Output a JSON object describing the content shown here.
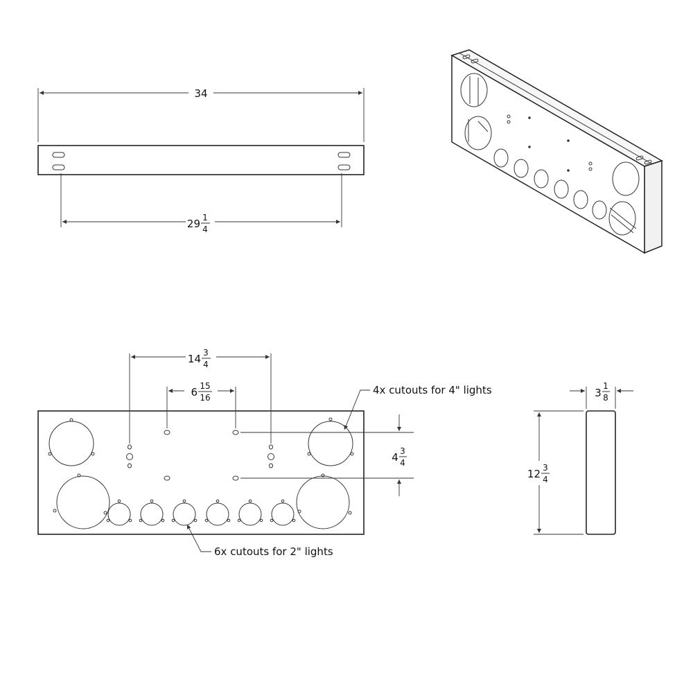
{
  "dimensions": {
    "overall_length": "34",
    "mount_spacing": {
      "whole": "29",
      "num": "1",
      "den": "4"
    },
    "outer_holes": {
      "whole": "14",
      "num": "3",
      "den": "4"
    },
    "inner_holes": {
      "whole": "6",
      "num": "15",
      "den": "16"
    },
    "vertical_spacing": {
      "whole": "4",
      "num": "3",
      "den": "4"
    },
    "height": {
      "whole": "12",
      "num": "3",
      "den": "4"
    },
    "depth": {
      "whole": "3",
      "num": "1",
      "den": "8"
    }
  },
  "notes": {
    "large_cutouts": "4x cutouts for 4\" lights",
    "small_cutouts": "6x cutouts for 2\" lights"
  }
}
